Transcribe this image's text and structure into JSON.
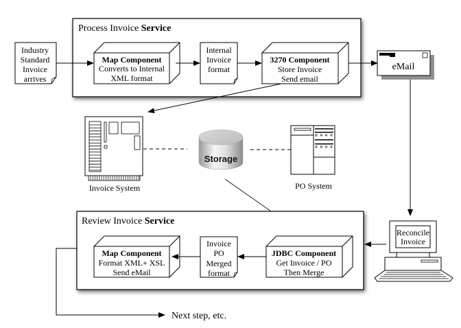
{
  "process_service": {
    "title_prefix": "Process Invoice ",
    "title_bold": "Service",
    "input_doc": {
      "lines": [
        "Industry",
        "Standard",
        "Invoice",
        "arrives"
      ]
    },
    "map_component": {
      "title": "Map Component",
      "lines": [
        "Converts to Internal",
        "XML format"
      ]
    },
    "internal_doc": {
      "lines": [
        "Internal",
        "Invoice",
        "format"
      ]
    },
    "component_3270": {
      "title": "3270 Component",
      "lines": [
        "Store Invoice",
        "Send email"
      ]
    }
  },
  "email": {
    "label": "eMail"
  },
  "systems": {
    "invoice_system": {
      "label": "Invoice System"
    },
    "storage": {
      "label": "Storage"
    },
    "po_system": {
      "label": "PO System"
    }
  },
  "review_service": {
    "title_prefix": "Review Invoice ",
    "title_bold": "Service",
    "map_component": {
      "title": "Map Component",
      "lines": [
        "Format XML+ XSL",
        "Send eMail"
      ]
    },
    "merged_doc": {
      "lines": [
        "Invoice",
        "PO",
        "Merged",
        "format"
      ]
    },
    "jdbc_component": {
      "title": "JDBC Component",
      "lines": [
        "Get Invoice / PO",
        "Then Merge"
      ]
    }
  },
  "reconcile": {
    "lines": [
      "Reconcile",
      "Invoice"
    ]
  },
  "next_step": {
    "label": "Next step, etc."
  }
}
